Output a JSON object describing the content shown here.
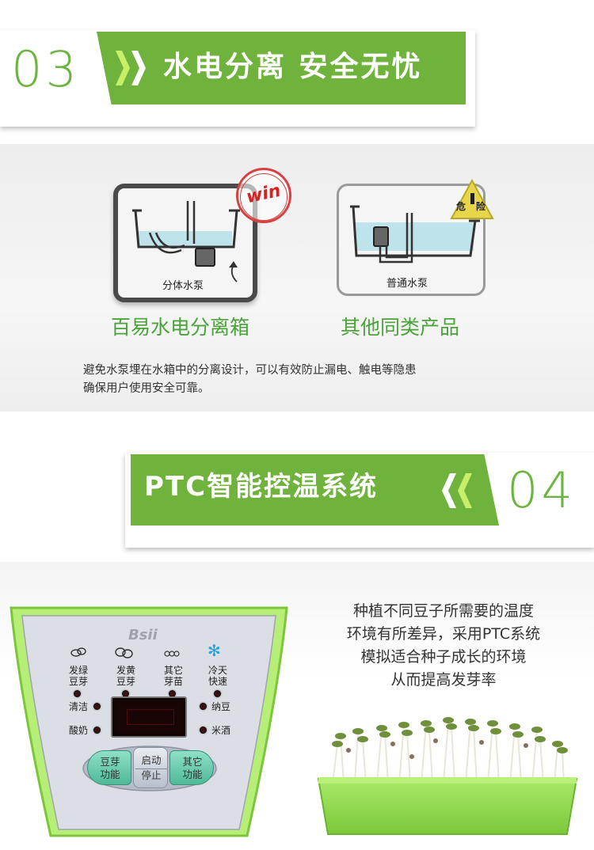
{
  "section03": {
    "number": "03",
    "title": "水电分离 安全无忧"
  },
  "comparison": {
    "left": {
      "diagram_label": "分体水泵",
      "badge": "win",
      "caption": "百易水电分离箱"
    },
    "right": {
      "diagram_label": "普通水泵",
      "badge_top": "危",
      "badge_bottom": "险",
      "caption": "其他同类产品"
    },
    "description_lines": [
      "避免水泵埋在水箱中的分离设计，可以有效防止漏电、触电等隐患",
      "确保用户使用安全可靠。"
    ]
  },
  "section04": {
    "number": "04",
    "title": "PTC智能控温系统"
  },
  "control_panel": {
    "brand": "Bsii",
    "modes": [
      {
        "line1": "发绿",
        "line2": "豆芽"
      },
      {
        "line1": "发黄",
        "line2": "豆芽"
      },
      {
        "line1": "其它",
        "line2": "芽苗"
      },
      {
        "line1": "冷天",
        "line2": "快速"
      }
    ],
    "left_options": [
      "清洁",
      "酸奶"
    ],
    "right_options": [
      "纳豆",
      "米酒"
    ],
    "buttons": {
      "left": {
        "line1": "豆芽",
        "line2": "功能"
      },
      "center": {
        "line1": "启动",
        "line2": "停止"
      },
      "right": {
        "line1": "其它",
        "line2": "功能"
      }
    },
    "colors": {
      "rim": "#9ee05a",
      "face": "#d9dce4",
      "display": "#1a0506",
      "accent": "#6fb23c"
    }
  },
  "ptc_description": [
    "种植不同豆子所需要的温度",
    "环境有所差异，采用PTC系统",
    "模拟适合种子成长的环境",
    "从而提高发芽率"
  ]
}
